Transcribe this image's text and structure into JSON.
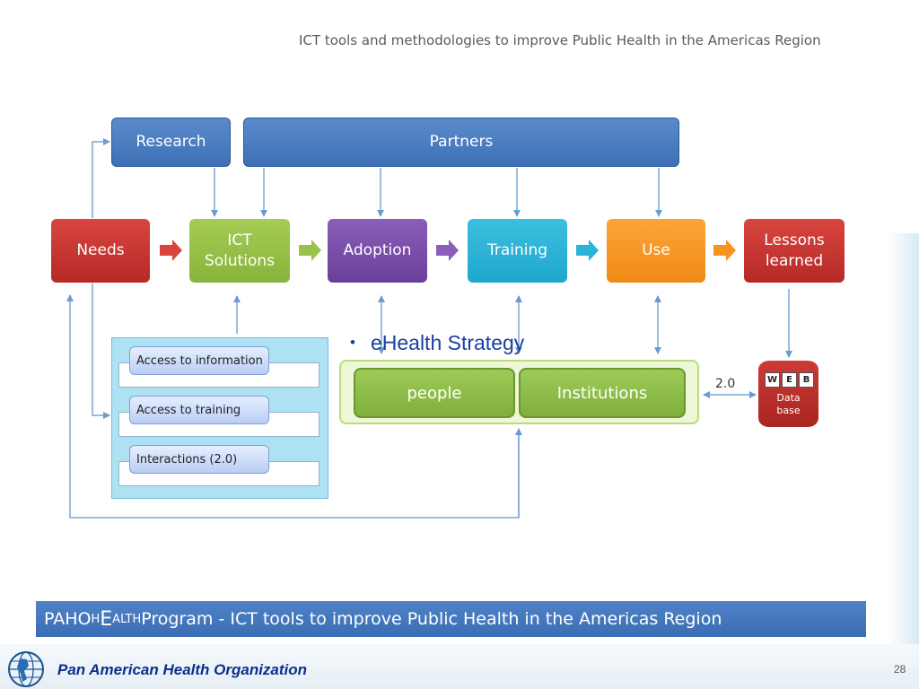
{
  "header": {
    "title": "ICT tools and methodologies to improve Public Health in the Americas Region"
  },
  "top_boxes": {
    "research": "Research",
    "partners": "Partners"
  },
  "process": {
    "needs": "Needs",
    "ict_line1": "ICT",
    "ict_line2": "Solutions",
    "adoption": "Adoption",
    "training": "Training",
    "use": "Use",
    "lessons_line1": "Lessons",
    "lessons_line2": "learned"
  },
  "sub_items": [
    "Access to information",
    "Access to training",
    "Interactions (2.0)"
  ],
  "bullet": {
    "text": "eHealth Strategy",
    "symbol": "•"
  },
  "groups": {
    "people": "people",
    "institutions": "Institutions"
  },
  "link_label": "2.0",
  "database": {
    "letters": [
      "W",
      "E",
      "B"
    ],
    "line1": "Data",
    "line2": "base"
  },
  "banner": {
    "prefix": "PAHO ",
    "h_small": "H",
    "e_big": "E",
    "alth_small": "ALTH",
    "suffix": " Program - ICT tools to improve Public Health in the Americas Region"
  },
  "footer": {
    "org": "Pan American Health Organization",
    "page": "28"
  },
  "colors": {
    "blue": "#4a7cc0",
    "red": "#c4312e",
    "green": "#98c24a",
    "purple": "#7a4ea8",
    "teal": "#2bb3d8",
    "orange": "#f7941d",
    "bullet": "#1a40a0",
    "org": "#0b2f8c"
  },
  "icons": {
    "logo": "globe-logo-icon"
  }
}
